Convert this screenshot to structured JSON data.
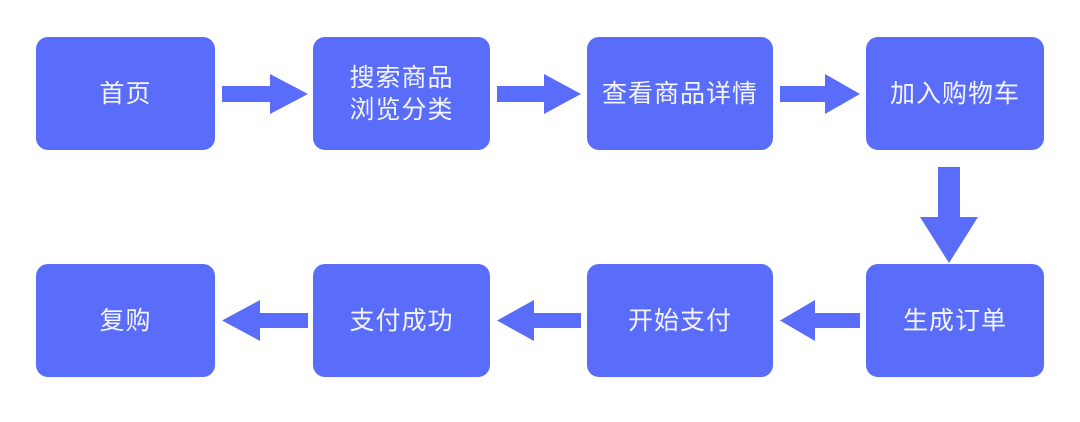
{
  "diagram": {
    "title": "",
    "accent_color": "#5a6cfa",
    "text_color": "#f4f5ff",
    "background_color": "#ffffff",
    "nodes": [
      {
        "id": "home",
        "label": "首页",
        "row": "top",
        "order": 1
      },
      {
        "id": "search_browse",
        "label": "搜索商品\n浏览分类",
        "row": "top",
        "order": 2
      },
      {
        "id": "product_detail",
        "label": "查看商品详情",
        "row": "top",
        "order": 3
      },
      {
        "id": "add_to_cart",
        "label": "加入购物车",
        "row": "top",
        "order": 4
      },
      {
        "id": "create_order",
        "label": "生成订单",
        "row": "bottom",
        "order": 5
      },
      {
        "id": "start_pay",
        "label": "开始支付",
        "row": "bottom",
        "order": 6
      },
      {
        "id": "pay_success",
        "label": "支付成功",
        "row": "bottom",
        "order": 7
      },
      {
        "id": "repurchase",
        "label": "复购",
        "row": "bottom",
        "order": 8
      }
    ],
    "arrows": [
      {
        "id": "home_to_search",
        "from": "home",
        "to": "search_browse",
        "direction": "right"
      },
      {
        "id": "search_to_detail",
        "from": "search_browse",
        "to": "product_detail",
        "direction": "right"
      },
      {
        "id": "detail_to_cart",
        "from": "product_detail",
        "to": "add_to_cart",
        "direction": "right"
      },
      {
        "id": "cart_to_order",
        "from": "add_to_cart",
        "to": "create_order",
        "direction": "down"
      },
      {
        "id": "order_to_startpay",
        "from": "create_order",
        "to": "start_pay",
        "direction": "left"
      },
      {
        "id": "startpay_to_paysuccess",
        "from": "start_pay",
        "to": "pay_success",
        "direction": "left"
      },
      {
        "id": "paysuccess_to_repurchase",
        "from": "pay_success",
        "to": "repurchase",
        "direction": "left"
      }
    ]
  }
}
